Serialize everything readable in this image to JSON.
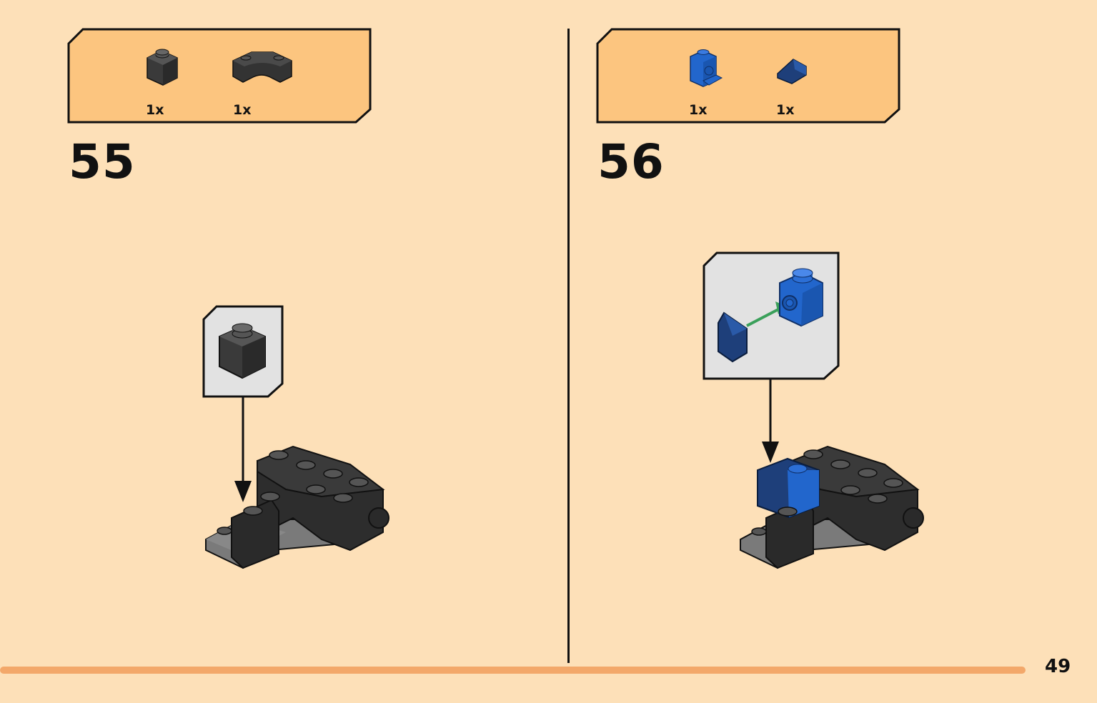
{
  "page_number": "49",
  "steps": [
    {
      "number": "55",
      "parts": [
        {
          "icon": "brick-1x1-icon",
          "color": "#2b2b2b",
          "count": "1x"
        },
        {
          "icon": "curved-brick-icon",
          "color": "#2b2b2b",
          "count": "1x"
        }
      ],
      "callout_part": {
        "icon": "brick-1x1-icon",
        "color": "#2b2b2b"
      }
    },
    {
      "number": "56",
      "parts": [
        {
          "icon": "bracket-brick-icon",
          "color": "#2266cc",
          "count": "1x"
        },
        {
          "icon": "slope-tile-icon",
          "color": "#1e3f7a",
          "count": "1x"
        }
      ],
      "callout_part": {
        "icon": "bracket-with-slope-icon",
        "color": "#2266cc",
        "arrow_color": "#3aa05a"
      }
    }
  ],
  "colors": {
    "background": "#fde0b8",
    "parts_box": "#fcc57f",
    "callout_box": "#e2e2e2",
    "accent_bar": "#f3a86a"
  }
}
